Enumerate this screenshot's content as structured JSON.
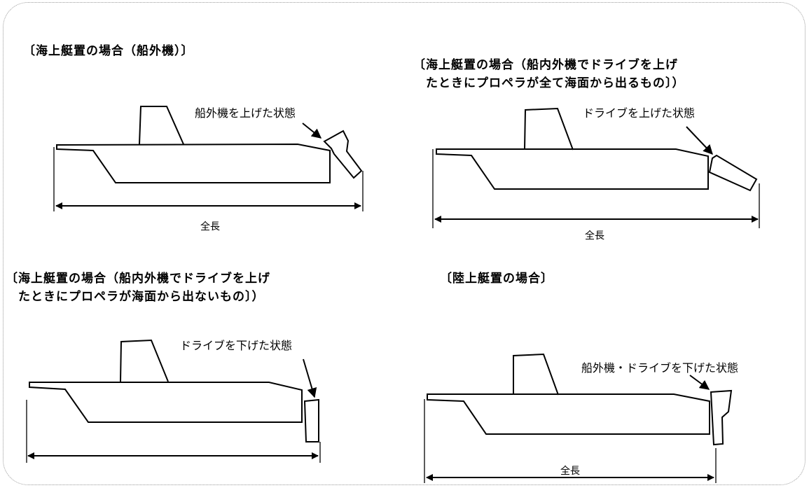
{
  "panels": [
    {
      "caption": "〔海上艇置の場合（船外機）〕",
      "annotation": "船外機を上げた状態",
      "length_label": "全長"
    },
    {
      "caption": "〔海上艇置の場合（船内外機でドライブを上げ\n　たときにプロペラが全て海面から出るもの〕）",
      "annotation": "ドライブを上げた状態",
      "length_label": "全長"
    },
    {
      "caption": "〔海上艇置の場合（船内外機でドライブを上げ\n　たときにプロペラが海面から出ないもの〕）",
      "annotation": "ドライブを下げた状態",
      "length_label": ""
    },
    {
      "caption": "〔陸上艇置の場合〕",
      "annotation": "船外機・ドライブを下げた状態",
      "length_label": "全長"
    }
  ]
}
